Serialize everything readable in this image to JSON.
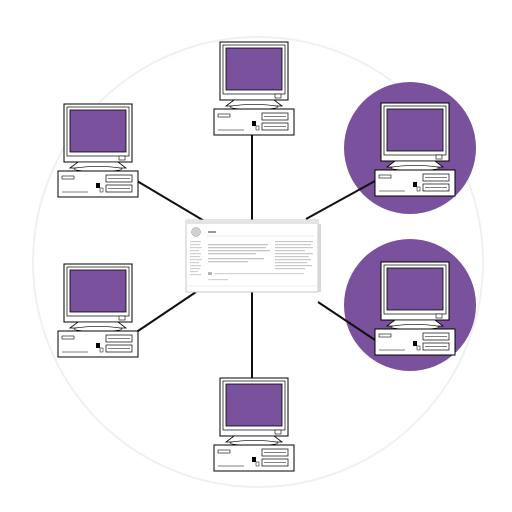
{
  "diagram": {
    "type": "star-network",
    "center_node": {
      "kind": "browser-window-screenshot",
      "text": []
    },
    "nodes": [
      {
        "id": "pc-top",
        "highlighted": false
      },
      {
        "id": "pc-upper-left",
        "highlighted": false
      },
      {
        "id": "pc-upper-right",
        "highlighted": true
      },
      {
        "id": "pc-lower-left",
        "highlighted": false
      },
      {
        "id": "pc-lower-right",
        "highlighted": true
      },
      {
        "id": "pc-bottom",
        "highlighted": false
      }
    ],
    "edges": [
      [
        "pc-top",
        "center"
      ],
      [
        "pc-upper-left",
        "center"
      ],
      [
        "pc-upper-right",
        "center"
      ],
      [
        "pc-lower-left",
        "center"
      ],
      [
        "pc-lower-right",
        "center"
      ],
      [
        "pc-bottom",
        "center"
      ]
    ]
  },
  "colors": {
    "screen": "#7a519d",
    "highlight_circle": "#7a519d",
    "outline": "#000000",
    "background_circle": "#f0f0f0",
    "link_line": "#111111"
  },
  "icons": {
    "node": "desktop-computer-icon",
    "center": "web-page-icon"
  }
}
